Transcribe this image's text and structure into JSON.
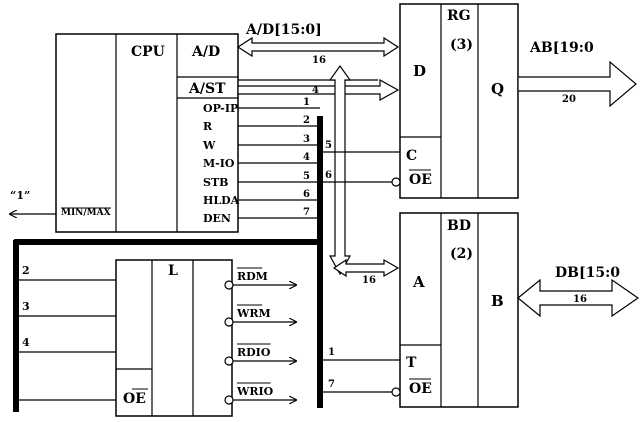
{
  "cpu": {
    "title": "CPU",
    "ad_label": "A/D",
    "ast_label": "A/ST",
    "minmax_label": "MIN/MAX",
    "minmax_input": "“1”",
    "signals": [
      "OP-IP",
      "R",
      "W",
      "M-IO",
      "STB",
      "HLDA",
      "DEN"
    ],
    "signal_numbers": [
      "1",
      "2",
      "3",
      "4",
      "5",
      "6",
      "7"
    ]
  },
  "ad_bus": {
    "label": "A/D[15:0]",
    "width": "16",
    "ast_number": "4"
  },
  "rg": {
    "title": "RG",
    "subtitle": "(3)",
    "pin_d": "D",
    "pin_q": "Q",
    "pin_c": "C",
    "pin_oe": "OE"
  },
  "ab_bus": {
    "label": "AB[19:0",
    "width": "20"
  },
  "bd": {
    "title": "BD",
    "subtitle": "(2)",
    "pin_a": "A",
    "pin_b": "B",
    "pin_t": "T",
    "pin_oe": "OE"
  },
  "db_bus": {
    "label": "DB[15:0",
    "width": "16"
  },
  "inner_bus": {
    "width": "16"
  },
  "vbus_labels": {
    "c_in": "5",
    "oe_in": "6",
    "t_in": "1",
    "oe2_in": "7"
  },
  "l_block": {
    "title": "L",
    "oe_label": "OE",
    "inputs": [
      "2",
      "3",
      "4"
    ],
    "outputs": [
      "RDM",
      "WRM",
      "RDIO",
      "WRIO"
    ]
  }
}
